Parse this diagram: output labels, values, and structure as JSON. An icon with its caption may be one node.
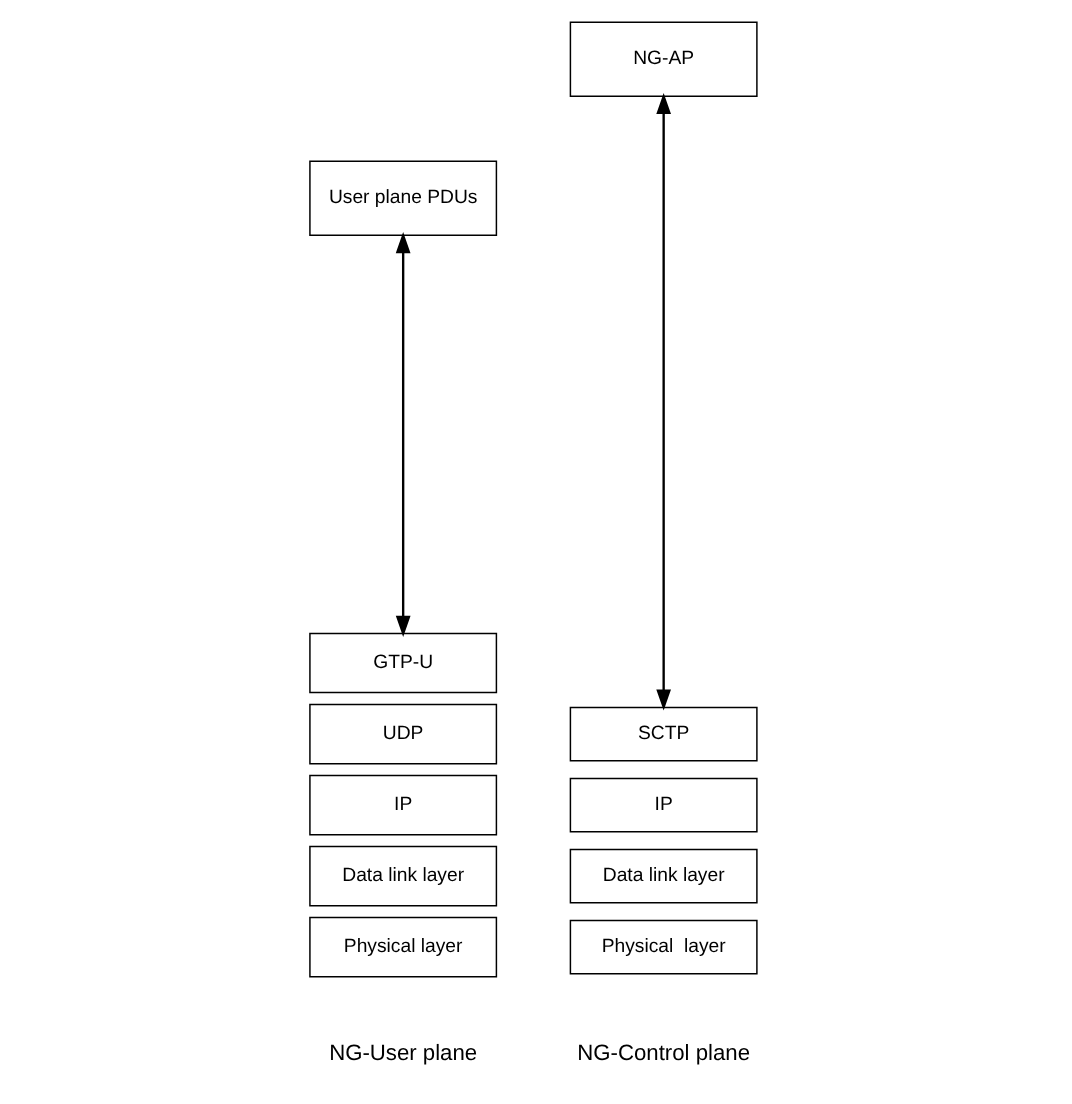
{
  "diagram": {
    "nodes": [
      {
        "text": [
          "User plane PDUs"
        ]
      },
      {
        "text": [
          "GTP-U"
        ]
      },
      {
        "text": [
          "UDP"
        ]
      },
      {
        "text": [
          "IP"
        ]
      },
      {
        "text": [
          "Data link layer"
        ]
      },
      {
        "text": [
          "Physical layer"
        ]
      },
      {
        "text": [
          "NG-AP"
        ]
      },
      {
        "text": [
          "SCTP"
        ]
      },
      {
        "text": [
          "IP"
        ]
      },
      {
        "text": [
          "Data link layer"
        ]
      },
      {
        "text": [
          "Physical  layer"
        ]
      }
    ],
    "edges": [
      {
        "from": 0,
        "to": 1,
        "arrow": "both"
      },
      {
        "from": 6,
        "to": 7,
        "arrow": "both"
      }
    ],
    "labels": [
      "NG-User plane",
      "NG-Control plane"
    ]
  }
}
